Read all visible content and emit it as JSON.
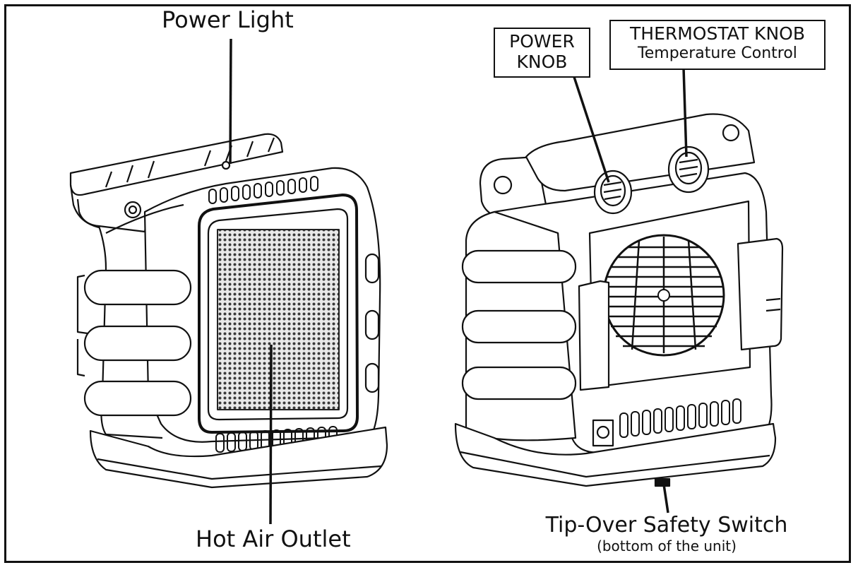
{
  "labels": {
    "power_light": "Power Light",
    "hot_air_outlet": "Hot Air Outlet",
    "power_knob_line1": "POWER",
    "power_knob_line2": "KNOB",
    "thermostat_line1": "THERMOSTAT KNOB",
    "thermostat_line2": "Temperature Control",
    "tip_over_line1": "Tip-Over Safety Switch",
    "tip_over_line2": "(bottom of the unit)"
  }
}
